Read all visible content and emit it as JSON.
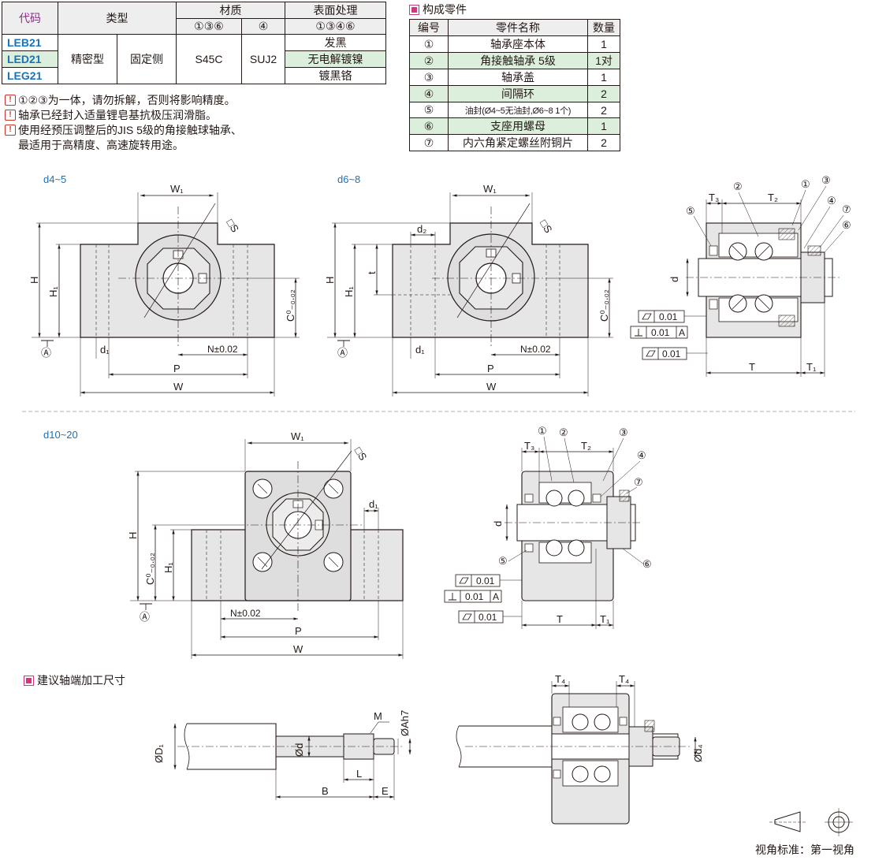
{
  "spec_table": {
    "headers": {
      "code": "代码",
      "type": "类型",
      "material": "材质",
      "surface": "表面处理",
      "mat_sub1": "①③⑥",
      "mat_sub2": "④",
      "surf_sub": "①③④⑥"
    },
    "codes": [
      "LEB21",
      "LED21",
      "LEG21"
    ],
    "type_values": [
      "精密型",
      "固定侧"
    ],
    "material_values": [
      "S45C",
      "SUJ2"
    ],
    "surface_values": [
      "发黑",
      "无电解镀镍",
      "镀黑铬"
    ]
  },
  "notes": [
    "①②③为一体，请勿拆解，否则将影响精度。",
    "轴承已经封入适量锂皂基抗极压润滑脂。",
    "使用经预压调整后的JIS 5级的角接触球轴承、",
    "最适用于高精度、高速旋转用途。"
  ],
  "parts_table": {
    "section_title": "构成零件",
    "headers": [
      "编号",
      "零件名称",
      "数量"
    ],
    "rows": [
      {
        "no": "①",
        "name": "轴承座本体",
        "qty": "1"
      },
      {
        "no": "②",
        "name": "角接触轴承 5级",
        "qty": "1对"
      },
      {
        "no": "③",
        "name": "轴承盖",
        "qty": "1"
      },
      {
        "no": "④",
        "name": "间隔环",
        "qty": "2"
      },
      {
        "no": "⑤",
        "name": "油封(Ø4~5无油封,Ø6~8 1个)",
        "qty": "2"
      },
      {
        "no": "⑥",
        "name": "支座用螺母",
        "qty": "1"
      },
      {
        "no": "⑦",
        "name": "内六角紧定螺丝附铜片",
        "qty": "2"
      }
    ]
  },
  "drawings": {
    "label_d45": "d4~5",
    "label_d68": "d6~8",
    "label_d1020": "d10~20",
    "dims": {
      "W1": "W₁",
      "S": "□S",
      "H": "H",
      "H1": "H₁",
      "C": "C⁰₋₀.₀₂",
      "d1": "d₁",
      "d2": "d₂",
      "t": "t",
      "N": "N±0.02",
      "P": "P",
      "W": "W",
      "A": "Ⓐ",
      "T": "T",
      "T1": "T₁",
      "T2": "T₂",
      "T3": "T₃",
      "T4": "T₄",
      "d": "d",
      "tol_flat": "0.01",
      "tol_perp": "0.01",
      "tol_ref": "A",
      "D1": "ØD₁",
      "dd": "Ød",
      "Ah7": "ØAh7",
      "M": "M",
      "L": "L",
      "B": "B",
      "E": "E",
      "d4": "Ød₄"
    },
    "callouts": [
      "①",
      "②",
      "③",
      "④",
      "⑤",
      "⑥",
      "⑦"
    ]
  },
  "shaft_section_title": "建议轴端加工尺寸",
  "projection_note": "视角标准：第一视角"
}
